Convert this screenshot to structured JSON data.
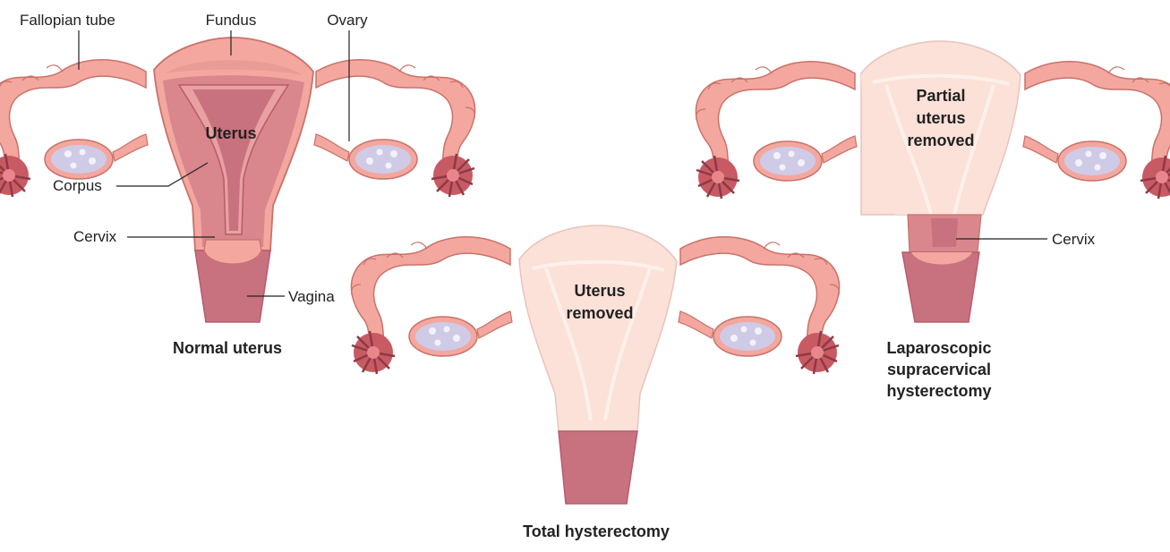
{
  "colors": {
    "tissue": "#f3a79f",
    "tissue_outline": "#c9726a",
    "uterus_wall": "#e79c97",
    "cavity": "#c9727f",
    "cavity_dark": "#b85b6c",
    "removed": "#fbe1d8",
    "removed_light": "#fdf0ea",
    "ovary": "#cfcbe6",
    "ovary_spot": "#f3f1fb",
    "fimbriae": "#c85a64",
    "leader": "#222222"
  },
  "labels": {
    "fallopian_tube": "Fallopian tube",
    "fundus": "Fundus",
    "ovary": "Ovary",
    "uterus": "Uterus",
    "corpus": "Corpus",
    "cervix": "Cervix",
    "vagina": "Vagina",
    "cervix_right": "Cervix"
  },
  "inner": {
    "total": [
      "Uterus",
      "removed"
    ],
    "partial": [
      "Partial",
      "uterus",
      "removed"
    ]
  },
  "captions": {
    "normal": "Normal uterus",
    "total": "Total hysterectomy",
    "lsh": [
      "Laparoscopic",
      "supracervical",
      "hysterectomy"
    ]
  }
}
